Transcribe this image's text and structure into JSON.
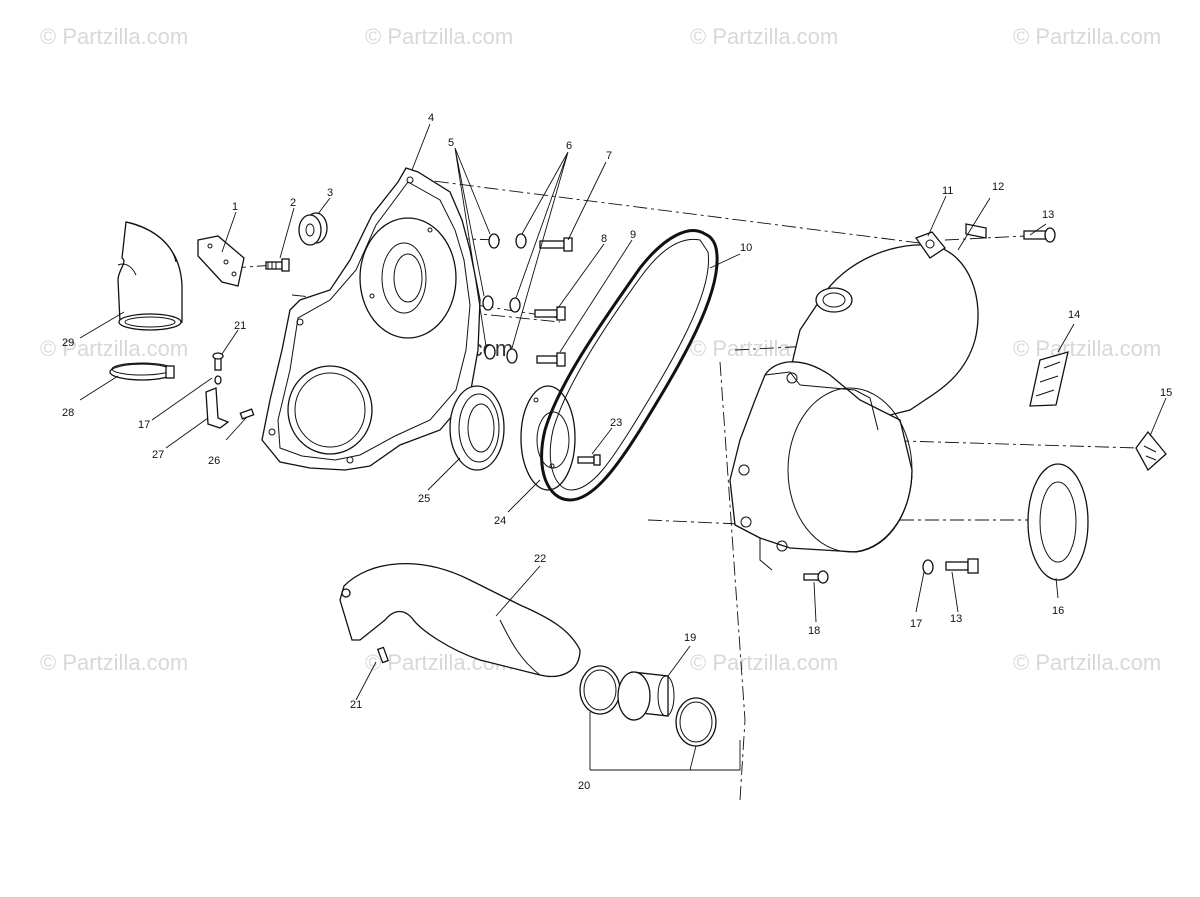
{
  "watermark": {
    "text": "© Partzilla.com",
    "color": "#d8d8d8"
  },
  "callouts": {
    "c1": "1",
    "c2": "2",
    "c3": "3",
    "c4": "4",
    "c5": "5",
    "c6": "6",
    "c7": "7",
    "c8": "8",
    "c9": "9",
    "c10": "10",
    "c11": "11",
    "c12": "12",
    "c13a": "13",
    "c13b": "13",
    "c14": "14",
    "c15": "15",
    "c16": "16",
    "c17a": "17",
    "c17b": "17",
    "c18": "18",
    "c19": "19",
    "c20": "20",
    "c21a": "21",
    "c21b": "21",
    "c22": "22",
    "c23": "23",
    "c24": "24",
    "c25": "25",
    "c26": "26",
    "c27": "27",
    "c28": "28",
    "c29": "29"
  }
}
